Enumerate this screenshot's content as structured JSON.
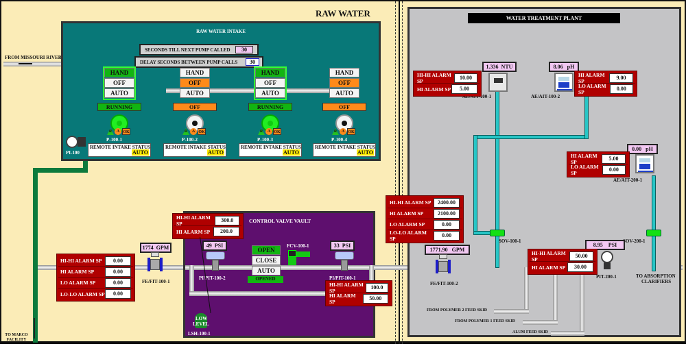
{
  "raw_water": {
    "title": "RAW WATER",
    "from_source": "FROM MISSOURI RIVER",
    "to_facility": "TO MARCO FACILITY",
    "intake": {
      "title": "RAW WATER INTAKE",
      "seconds_till_next_label": "SECONDS TILL NEXT PUMP CALLED",
      "seconds_till_next_value": "30",
      "delay_seconds_label": "DELAY SECONDS BETWEEN PUMP CALLS",
      "delay_seconds_value": "30",
      "pressure_indicator": "PI-100",
      "pumps": [
        {
          "tag": "P-100-1",
          "hand": "HAND",
          "off": "OFF",
          "auto": "AUTO",
          "mode": "HAND",
          "status": "RUNNING",
          "remote_label": "REMOTE INTAKE STATUS",
          "remote_value": "AUTO",
          "badges": [
            "R",
            "A",
            "OK"
          ]
        },
        {
          "tag": "P-100-2",
          "hand": "HAND",
          "off": "OFF",
          "auto": "AUTO",
          "mode": "OFF",
          "status": "OFF",
          "remote_label": "REMOTE INTAKE STATUS",
          "remote_value": "AUTO",
          "badges": [
            "R",
            "A",
            "OK"
          ]
        },
        {
          "tag": "P-100-3",
          "hand": "HAND",
          "off": "OFF",
          "auto": "AUTO",
          "mode": "HAND",
          "status": "RUNNING",
          "remote_label": "REMOTE INTAKE STATUS",
          "remote_value": "AUTO",
          "badges": [
            "R",
            "A",
            "OK"
          ]
        },
        {
          "tag": "P-100-4",
          "hand": "HAND",
          "off": "OFF",
          "auto": "AUTO",
          "mode": "OFF",
          "status": "OFF",
          "remote_label": "REMOTE INTAKE STATUS",
          "remote_value": "AUTO",
          "badges": [
            "R",
            "A",
            "OK"
          ]
        }
      ]
    },
    "fit_100_1": {
      "tag": "FE/FIT-100-1",
      "value": "1774",
      "unit": "GPM",
      "alarms": [
        {
          "label": "HI-HI ALARM SP",
          "value": "0.00"
        },
        {
          "label": "HI ALARM SP",
          "value": "0.00"
        },
        {
          "label": "LO ALARM SP",
          "value": "0.00"
        },
        {
          "label": "LO-LO ALARM SP",
          "value": "0.00"
        }
      ]
    },
    "vault": {
      "title": "CONTROL VALVE VAULT",
      "pit_100_2": {
        "tag": "PI/PIT-100-2",
        "value": "49",
        "unit": "PSI",
        "alarms": [
          {
            "label": "HI-HI ALARM SP",
            "value": "300.0"
          },
          {
            "label": "HI ALARM SP",
            "value": "200.0"
          }
        ]
      },
      "pit_100_1": {
        "tag": "PI/PIT-100-1",
        "value": "33",
        "unit": "PSI",
        "alarms": [
          {
            "label": "HI-HI ALARM SP",
            "value": "100.0"
          },
          {
            "label": "HI ALARM SP",
            "value": "50.00"
          }
        ]
      },
      "valve": {
        "tag": "FCV-100-1",
        "open": "OPEN",
        "close": "CLOSE",
        "auto": "AUTO",
        "selected": "OPEN",
        "status": "OPENED"
      },
      "level_switch": {
        "tag": "LSH-100-1",
        "line1": "LOW",
        "line2": "LEVEL"
      }
    }
  },
  "plant": {
    "title": "WATER TREATMENT  PLANT",
    "ait_100_1": {
      "tag": "AE/AIT-100-1",
      "value": "1.336",
      "unit": "NTU",
      "alarms": [
        {
          "label": "HI-HI ALARM SP",
          "value": "10.00"
        },
        {
          "label": "HI ALARM SP",
          "value": "5.00"
        }
      ]
    },
    "ait_100_2": {
      "tag": "AE/AIT-100-2",
      "value": "8.06",
      "unit": "pH",
      "alarms": [
        {
          "label": "HI ALARM SP",
          "value": "9.00"
        },
        {
          "label": "LO ALARM SP",
          "value": "0.00"
        }
      ]
    },
    "ait_200_1": {
      "tag": "AE/AIT-200-1",
      "value": "0.00",
      "unit": "pH",
      "alarms": [
        {
          "label": "HI ALARM SP",
          "value": "5.00"
        },
        {
          "label": "LO ALARM SP",
          "value": "0.00"
        }
      ]
    },
    "fit_100_2": {
      "tag": "FE/FIT-100-2",
      "value": "1771.90",
      "unit": "GPM",
      "alarms": [
        {
          "label": "HI-HI ALARM SP",
          "value": "2400.00"
        },
        {
          "label": "HI ALARM SP",
          "value": "2100.00"
        },
        {
          "label": "LO ALARM SP",
          "value": "0.00"
        },
        {
          "label": "LO-LO ALARM SP",
          "value": "0.00"
        }
      ]
    },
    "pit_200_1": {
      "tag": "PIT-200-1",
      "value": "8.95",
      "unit": "PSI",
      "alarms": [
        {
          "label": "HI-HI ALARM SP",
          "value": "50.00"
        },
        {
          "label": "HI ALARM SP",
          "value": "30.00"
        }
      ]
    },
    "sov_100_1": "SOV-100-1",
    "sov_200_1": "SOV-200-1",
    "to_clarifiers_1": "TO ABSORPTION",
    "to_clarifiers_2": "CLARIFIERS",
    "feeds": [
      "FROM POLYMER 2 FEED SKID",
      "FROM POLYMER 1 FEED SKID",
      "ALUM FEED SKID"
    ]
  }
}
